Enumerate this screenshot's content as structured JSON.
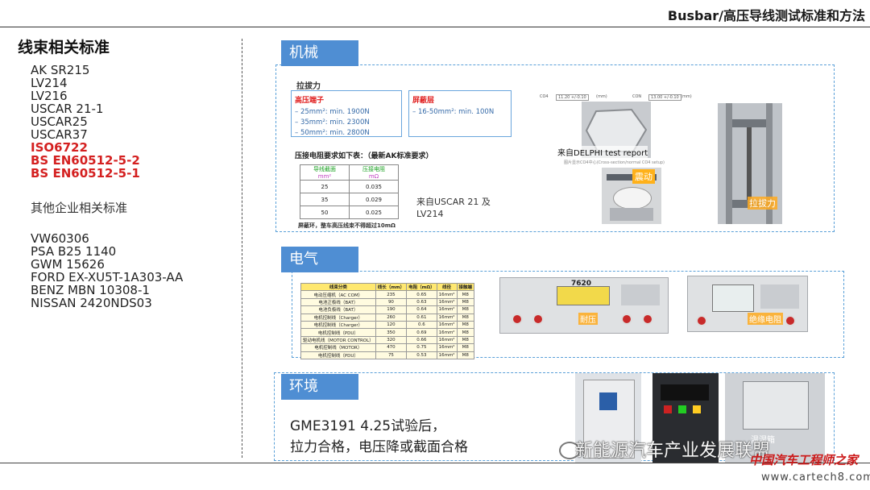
{
  "header": {
    "title": "Busbar/高压导线测试标准和方法"
  },
  "left": {
    "heading": "线束相关标准",
    "standards": [
      "AK SR215",
      "LV214",
      "LV216",
      "USCAR 21-1",
      "USCAR25",
      "USCAR37"
    ],
    "highlighted_standards": [
      "ISO6722",
      "BS EN60512-5-2",
      "BS EN60512-5-1"
    ],
    "other_heading": "其他企业相关标准",
    "other_standards": [
      "VW60306",
      "PSA B25 1140",
      "GWM 15626",
      "FORD EX-XU5T-1A303-AA",
      "BENZ MBN 10308-1",
      "NISSAN 2420NDS03"
    ]
  },
  "mechanical": {
    "label": "机械",
    "pull_title": "拉拔力",
    "hv_terminal": {
      "heading": "高压端子",
      "lines": [
        "– 25mm²: min. 1900N",
        "– 35mm²: min. 2300N",
        "– 50mm²: min. 2800N"
      ]
    },
    "shield": {
      "heading": "屏蔽层",
      "lines": [
        "– 16-50mm²: min. 100N"
      ]
    },
    "resistance_note": "压接电阻要求如下表：（最新AK标准要求）",
    "res_table": {
      "headers": [
        "导线截面",
        "压接电阻"
      ],
      "units": [
        "mm²",
        "mΩ"
      ],
      "rows": [
        [
          "25",
          "0.035"
        ],
        [
          "35",
          "0.029"
        ],
        [
          "50",
          "0.025"
        ]
      ]
    },
    "res_foot": "屏蔽环，整车高压线束不得超过10mΩ",
    "source_uscar": "来自USCAR 21 及\nLV214",
    "cross_section_labels": [
      "CO4",
      "11.20 +/-0.10",
      "(mm)",
      "CON",
      "13.00 +/-0.10",
      "(mm)"
    ],
    "delphi_caption": "来自DELPHI test report",
    "delphi_sub": "图片显示CO4中心(Cross-section/normal CO4 setup)",
    "vibration_tag": "震动",
    "pull_tag": "拉拔力"
  },
  "electrical": {
    "label": "电气",
    "table": {
      "headers": [
        "线束分类",
        "线长（mm）",
        "电阻（mΩ）",
        "线径",
        "接触端"
      ],
      "rows": [
        [
          "电动压缩机（AC COM）",
          "235",
          "0.65",
          "16mm²",
          "M8"
        ],
        [
          "电池正极线（BAT）",
          "90",
          "0.63",
          "16mm²",
          "M8"
        ],
        [
          "电池负极线（BAT）",
          "190",
          "0.64",
          "16mm²",
          "M8"
        ],
        [
          "电机控制线（Charger）",
          "260",
          "0.61",
          "16mm²",
          "M8"
        ],
        [
          "电机控制线（Charger）",
          "120",
          "0.6",
          "16mm²",
          "M8"
        ],
        [
          "电机控制线（PDU）",
          "350",
          "0.69",
          "16mm²",
          "M8"
        ],
        [
          "驱动电机线（MOTOR CONTROL）",
          "320",
          "0.66",
          "16mm²",
          "M8"
        ],
        [
          "电机控制线（MOTOR）",
          "470",
          "0.75",
          "16mm²",
          "M8"
        ],
        [
          "电机控制线（PDU）",
          "75",
          "0.53",
          "16mm²",
          "M8"
        ]
      ]
    },
    "device1_display": "7620",
    "device1_tag": "耐压",
    "device2_tag": "绝缘电阻"
  },
  "environment": {
    "label": "环境",
    "text_line1": "GME3191 4.25试验后，",
    "text_line2": "拉力合格，电压降或截面合格",
    "chamber_tag": "温湿箱"
  },
  "watermark": {
    "text": "新能源汽车产业发展联盟",
    "brand": "中国汽车工程师之家",
    "url": "www.cartech8.com"
  }
}
